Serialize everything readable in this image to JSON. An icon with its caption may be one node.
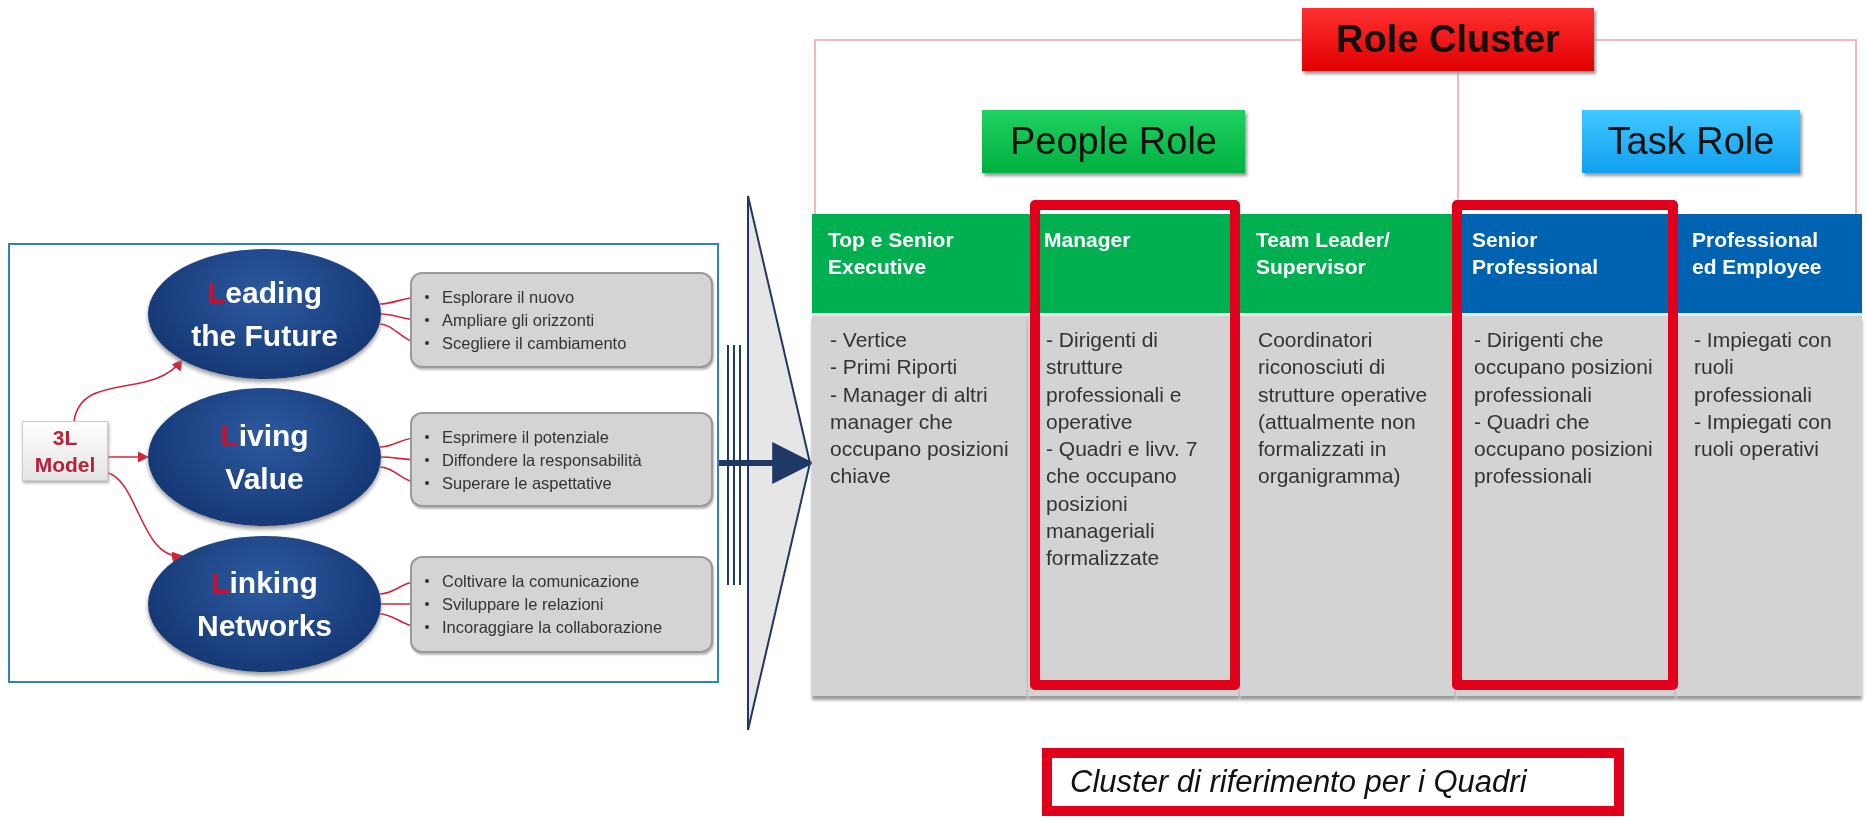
{
  "diagram": {
    "nodes": [
      {
        "text": [],
        "shape": "box"
      },
      {
        "text": [
          "3L Model"
        ],
        "in": 0
      },
      {
        "text": [
          "Leading the Future"
        ],
        "in": 0
      },
      {
        "text": [],
        "shape": "box",
        "in": 0
      },
      {
        "text": [
          "Esplorare il nuovo"
        ],
        "in": 3
      },
      {
        "text": [
          "Ampliare gli orizzonti"
        ],
        "in": 3
      },
      {
        "text": [
          "Scegliere il cambiamento"
        ],
        "in": 3
      },
      {
        "text": [
          "Living Value"
        ],
        "in": 0
      },
      {
        "text": [],
        "shape": "box",
        "in": 0
      },
      {
        "text": [
          "Esprimere il potenziale"
        ],
        "in": 8
      },
      {
        "text": [
          "Diffondere la responsabilità"
        ],
        "in": 8
      },
      {
        "text": [
          "Superare le aspettative"
        ],
        "in": 8
      },
      {
        "text": [
          "Linking Networks"
        ],
        "in": 0
      },
      {
        "text": [],
        "shape": "box",
        "in": 0
      },
      {
        "text": [
          "Coltivare la comunicazione"
        ],
        "in": 13
      },
      {
        "text": [
          "Sviluppare le relazioni"
        ],
        "in": 13
      },
      {
        "text": [
          "Incoraggiare la collaborazione"
        ],
        "in": 13
      },
      {
        "text": [
          "Role Cluster"
        ]
      },
      {
        "text": [
          "People Role"
        ]
      },
      {
        "text": [
          "Task Role"
        ]
      },
      {
        "text": [
          "Top e Senior Executive"
        ]
      },
      {
        "text": [
          "Manager"
        ]
      },
      {
        "text": [
          "Team Leader/ Supervisor"
        ]
      },
      {
        "text": [
          "Senior Professional"
        ]
      },
      {
        "text": [
          "Professional ed Employee"
        ]
      },
      {
        "text": [
          "- Vertice",
          "- Primi Riporti",
          "- Manager  di altri manager che occupano posizioni chiave"
        ]
      },
      {
        "text": [
          "- Dirigenti di strutture professionali e operative",
          "- Quadri e livv. 7 che occupano posizioni manageriali formalizzate"
        ]
      },
      {
        "text": [
          "Coordinatori riconosciuti di strutture operative (attualmente non formalizzati in organigramma)"
        ]
      },
      {
        "text": [
          "- Dirigenti che occupano posizioni professionali",
          "- Quadri che occupano posizioni professionali"
        ]
      },
      {
        "text": [
          "- Impiegati con ruoli professionali",
          "- Impiegati con ruoli operativi"
        ]
      },
      {
        "text": [
          "Cluster di riferimento per i Quadri"
        ]
      }
    ],
    "edges": [
      {
        "from": 1,
        "to": 2,
        "arrow": "to"
      },
      {
        "from": 1,
        "to": 7,
        "arrow": "to"
      },
      {
        "from": 1,
        "to": 12,
        "arrow": "to"
      },
      {
        "from": 2,
        "to": 4,
        "arrow": "to"
      },
      {
        "from": 2,
        "to": 5,
        "arrow": "to"
      },
      {
        "from": 2,
        "to": 6,
        "arrow": "to"
      },
      {
        "from": 7,
        "to": 9,
        "arrow": "to"
      },
      {
        "from": 7,
        "to": 10,
        "arrow": "to"
      },
      {
        "from": 7,
        "to": 11,
        "arrow": "to"
      },
      {
        "from": 12,
        "to": 14,
        "arrow": "to"
      },
      {
        "from": 12,
        "to": 15,
        "arrow": "to"
      },
      {
        "from": 12,
        "to": 16,
        "arrow": "to"
      },
      {
        "from": 17,
        "to": 20,
        "arrow": "none",
        "color": "#f2a5a5"
      },
      {
        "from": 17,
        "to": 23,
        "arrow": "none",
        "color": "#f2a5a5"
      },
      {
        "from": 17,
        "to": 24,
        "arrow": "none",
        "color": "#f2a5a5"
      },
      {
        "from": 0,
        "to": 25,
        "arrow": "to",
        "style": "thick",
        "color": "#1f3864"
      }
    ]
  }
}
